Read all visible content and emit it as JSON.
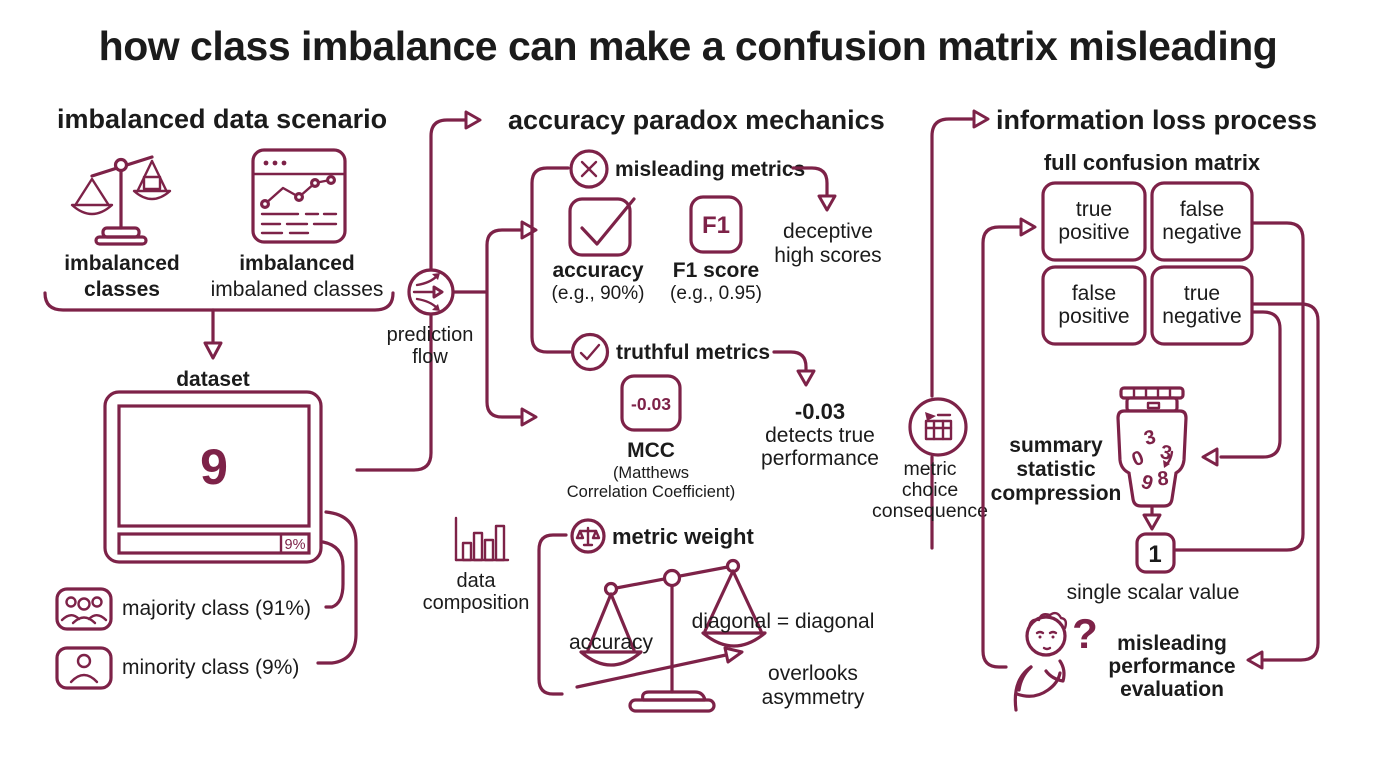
{
  "title": "how class imbalance can make a confusion matrix misleading",
  "colors": {
    "accent": "#7d2248",
    "ink": "#1b1b1b",
    "background": "#ffffff"
  },
  "left": {
    "header": "imbalanced data scenario",
    "scales_label": [
      "imbalanced",
      "classes"
    ],
    "browser_label_bold": "imbalanced",
    "browser_label_sub": "imbalaned classes",
    "dataset_label": "dataset",
    "monitor_value": "9",
    "progress_value": "9%",
    "majority_label": "majority class (91%)",
    "minority_label": "minority class (9%)"
  },
  "middle": {
    "header": "accuracy paradox mechanics",
    "prediction_flow": [
      "prediction",
      "flow"
    ],
    "misleading_metrics": "misleading metrics",
    "accuracy_label": "accuracy",
    "accuracy_example": "(e.g., 90%)",
    "f1_badge": "F1",
    "f1_label": "F1 score",
    "f1_example": "(e.g., 0.95)",
    "deceptive": [
      "deceptive",
      "high scores"
    ],
    "truthful_metrics": "truthful metrics",
    "mcc_value": "-0.03",
    "mcc_label": "MCC",
    "mcc_sub": [
      "(Matthews",
      "Correlation Coefficient)"
    ],
    "detects": [
      "-0.03",
      "detects true",
      "performance"
    ],
    "metric_choice": [
      "metric",
      "choice",
      "consequence"
    ],
    "data_composition": [
      "data",
      "composition"
    ],
    "metric_weight": "metric weight",
    "pan_left_label": "accuracy",
    "pan_right_label": "diagonal = diagonal",
    "overlooks": [
      "overlooks",
      "asymmetry"
    ]
  },
  "right": {
    "header": "information loss process",
    "matrix_title": "full confusion matrix",
    "cells": [
      [
        "true",
        "positive"
      ],
      [
        "false",
        "negative"
      ],
      [
        "false",
        "positive"
      ],
      [
        "true",
        "negative"
      ]
    ],
    "compression_label": [
      "summary",
      "statistic",
      "compression"
    ],
    "disposal_digits": [
      "3",
      "3",
      "0",
      "9",
      "8"
    ],
    "scalar_value": "1",
    "scalar_label": "single scalar value",
    "question_mark": "?",
    "evaluation_label": [
      "misleading",
      "performance",
      "evaluation"
    ]
  }
}
